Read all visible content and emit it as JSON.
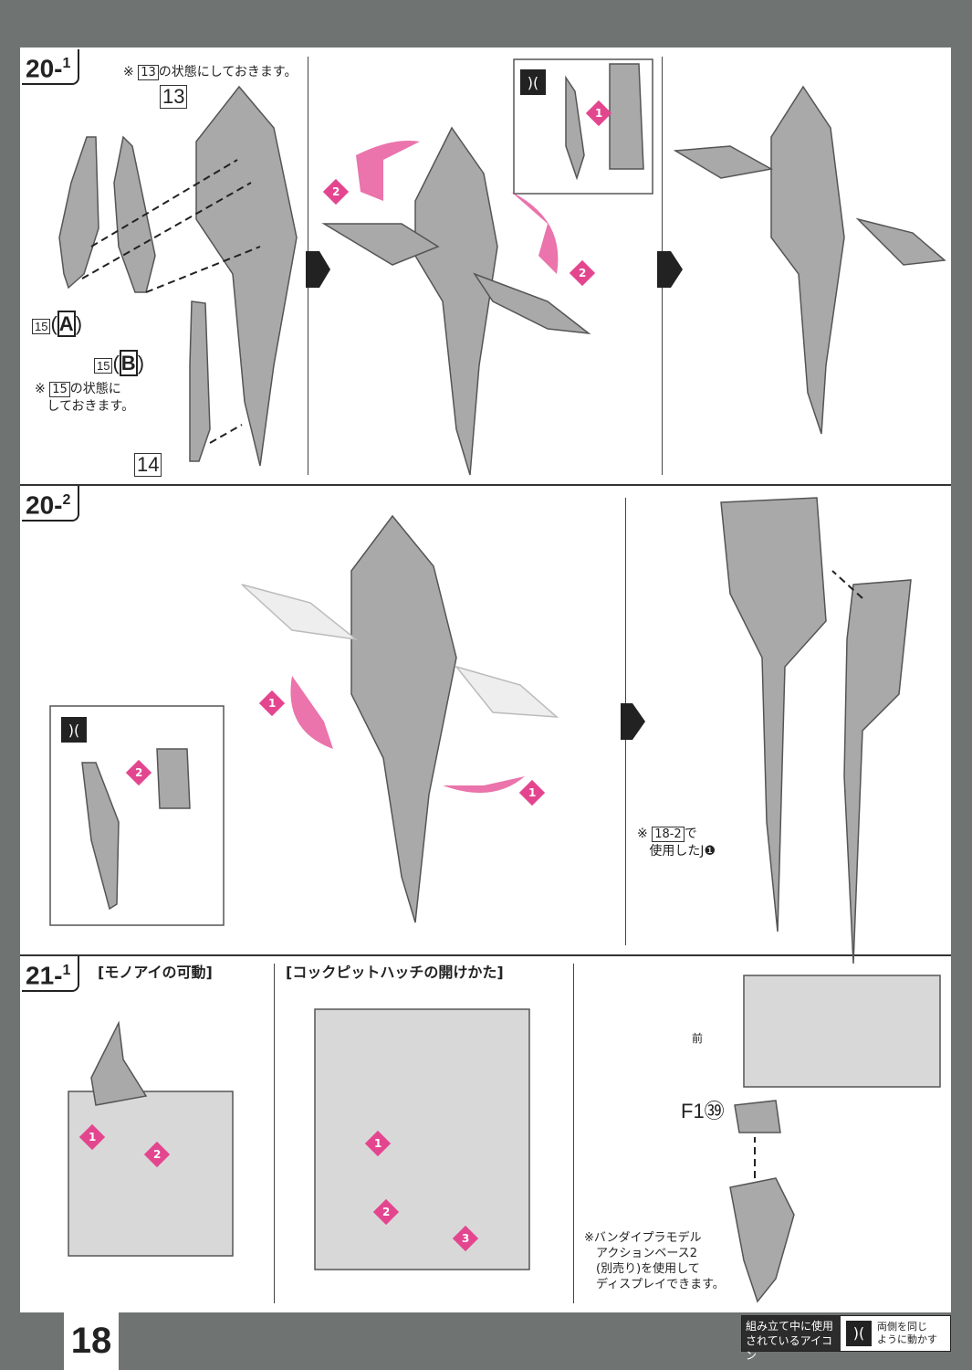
{
  "page_number": "18",
  "steps": {
    "s20_1": {
      "label": "20-",
      "sub": "1",
      "note_top": "の状態にしておきます。",
      "note_top_ref": "13",
      "part_13": "13",
      "part_15a": "15",
      "part_15a_letter": "A",
      "part_15b": "15",
      "part_15b_letter": "B",
      "note_15_ref": "15",
      "note_15_line1": "の状態に",
      "note_15_line2": "しておきます。",
      "part_14": "14"
    },
    "s20_2": {
      "label": "20-",
      "sub": "2",
      "note_ref": "18-2",
      "note_line1": "で",
      "note_line2": "使用したJ❶"
    },
    "s21_1": {
      "label": "21-",
      "sub": "1",
      "caption_a": "[モノアイの可動]",
      "caption_b": "[コックピットハッチの開けかた]",
      "front_label": "前",
      "part_f1": "F1㊴",
      "note_lines": [
        "※バンダイプラモデル",
        "アクションベース2",
        "(別売り)を使用して",
        "ディスプレイできます。"
      ]
    }
  },
  "markers": {
    "one": "1",
    "two": "2",
    "three": "3"
  },
  "reference_mark": "※",
  "footer": {
    "legend_title_1": "組み立て中に使用",
    "legend_title_2": "されているアイコン",
    "icon": "mirror-icon",
    "icon_desc_1": "両側を同じ",
    "icon_desc_2": "ように動かす"
  },
  "colors": {
    "accent": "#e3468f",
    "part": "#a8a8a8",
    "background": "#6f7372"
  }
}
